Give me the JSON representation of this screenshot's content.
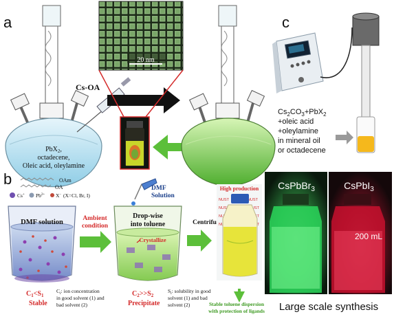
{
  "panels": {
    "a": {
      "letter": "a",
      "flask_contents": [
        "PbX",
        "octadecene,",
        "Oleic acid, oleylamine"
      ],
      "flask_subscript": "2",
      "flask_suffix": ",",
      "injector_label": "Cs-OA",
      "scale_bar": "20 nm"
    },
    "b": {
      "letter": "b",
      "legend_chains": [
        "OAm",
        "OA"
      ],
      "legend_ions": [
        "Cs",
        "Pb",
        "X",
        "(X=Cl, Br, I)"
      ],
      "beaker1_label": "DMF solution",
      "arrow1_label": [
        "Ambient",
        "condition"
      ],
      "dmf_drop_label": [
        "DMF",
        "Solution"
      ],
      "beaker2_label": [
        "Drop-wise",
        "into toluene"
      ],
      "crystallize_label": "Crystallize",
      "arrow2_label": "Centrifuge",
      "bottle_header": "High production",
      "bottle_tag": "NUST",
      "c1s1": {
        "main": "C",
        "sub1": "1",
        "mid": "<S",
        "sub2": "1",
        "state": "Stable"
      },
      "c2s2": {
        "main": "C",
        "sub1": "2",
        "mid": ">>S",
        "sub2": "2",
        "state": "Precipitate"
      },
      "ci_note": [
        "C",
        "i",
        ": ion concentration",
        "in good solvent (1) and",
        "bad solvent (2)"
      ],
      "si_note": [
        "S",
        "i",
        ": solubility in good",
        "solvent (1) and bad",
        "solvent (2)"
      ],
      "result_note": [
        "Stable toluene dispersion",
        "with protection of ligands"
      ]
    },
    "c": {
      "letter": "c",
      "recipe": [
        "Cs",
        "2",
        "CO",
        "3",
        "+PbX",
        "2",
        "+oleic acid",
        "+oleylamine",
        "in mineral oil",
        "or octadecene"
      ],
      "sample1": {
        "name": "CsPbBr",
        "sub": "3"
      },
      "sample2": {
        "name": "CsPbI",
        "sub": "3"
      },
      "volume": "200 mL",
      "caption": "Large scale synthesis"
    }
  },
  "colors": {
    "flask_blue": "#bfe3f0",
    "flask_green": "#9bd66a",
    "arrow_black": "#111111",
    "arrow_green": "#5cbf3a",
    "accent_red": "#d42a2a",
    "photo_dark": "#0c0f0d",
    "glow_green": "#7cff8a",
    "glow_red": "#ff3a55",
    "vial_yellow": "#f5b81c"
  }
}
